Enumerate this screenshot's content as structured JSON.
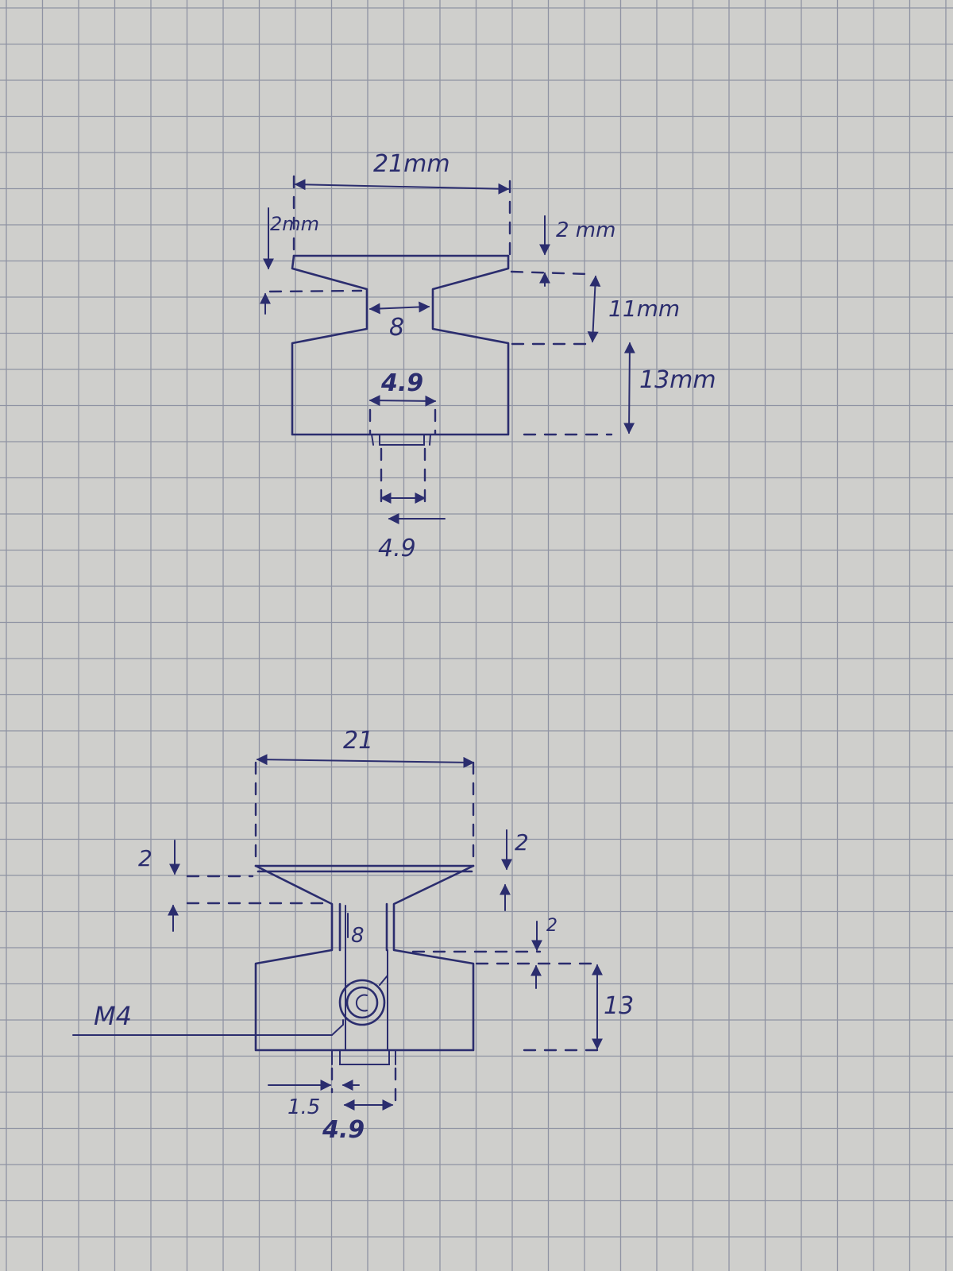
{
  "colors": {
    "ink": "#2b2d6e",
    "paper": "#e2e2dc",
    "grid": "#8f93a3"
  },
  "top_drawing": {
    "width_label": "21mm",
    "top_chamfer_label": "2mm",
    "right_top_label": "2 mm",
    "slot_label": "8",
    "upper_height_label": "11mm",
    "lower_height_label": "13mm",
    "inner_width_label": "4.9",
    "stem_width_label": "4.9"
  },
  "bottom_drawing": {
    "width_label": "21",
    "left_chamfer_label": "2",
    "right_chamfer_label": "2",
    "slot_label": "8",
    "lip_label": "2",
    "lower_height_label": "13",
    "thread_label": "M4",
    "wall_label": "1.5",
    "stem_width_label": "4.9"
  }
}
